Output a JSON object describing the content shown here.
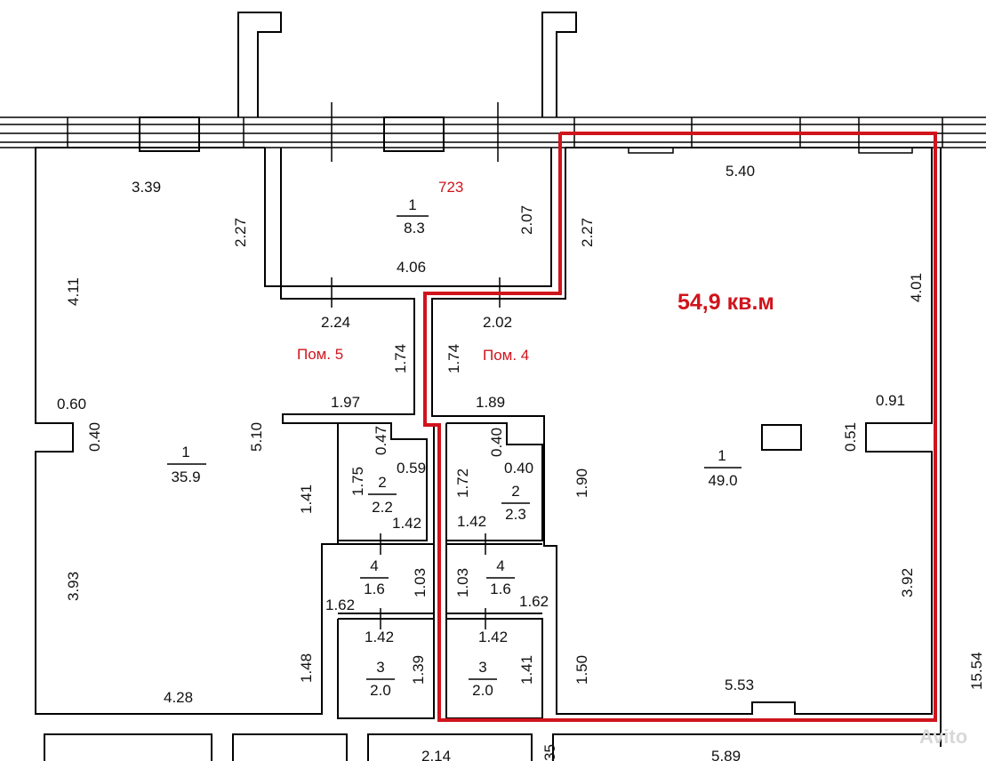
{
  "labels": {
    "area_total": "54,9 кв.м",
    "room_5": "Пом. 5",
    "room_4": "Пом. 4",
    "code_723": "723",
    "watermark": "Avito"
  },
  "rooms": [
    {
      "num": "1",
      "area": "8.3"
    },
    {
      "num": "1",
      "area": "35.9"
    },
    {
      "num": "1",
      "area": "49.0"
    },
    {
      "num": "2",
      "area": "2.2"
    },
    {
      "num": "2",
      "area": "2.3"
    },
    {
      "num": "4",
      "area": "1.6"
    },
    {
      "num": "4",
      "area": "1.6"
    },
    {
      "num": "3",
      "area": "2.0"
    },
    {
      "num": "3",
      "area": "2.0"
    }
  ],
  "dims": {
    "d339": "3.39",
    "d227a": "2.27",
    "d207": "2.07",
    "d227b": "2.27",
    "d540": "5.40",
    "d411": "4.11",
    "d406": "4.06",
    "d224": "2.24",
    "d202": "2.02",
    "d174a": "1.74",
    "d174b": "1.74",
    "d401": "4.01",
    "d060": "0.60",
    "d040a": "0.40",
    "d197": "1.97",
    "d189": "1.89",
    "d091": "0.91",
    "d051": "0.51",
    "d510": "5.10",
    "d047": "0.47",
    "d175": "1.75",
    "d059": "0.59",
    "d040b": "0.40",
    "d040c": "0.40",
    "d172": "1.72",
    "d190": "1.90",
    "d141": "1.41",
    "d142a": "1.42",
    "d142b": "1.42",
    "d393": "3.93",
    "d103a": "1.03",
    "d103b": "1.03",
    "d392": "3.92",
    "d162a": "1.62",
    "d162b": "1.62",
    "d142c": "1.42",
    "d142d": "1.42",
    "d148": "1.48",
    "d139": "1.39",
    "d141b": "1.41",
    "d150": "1.50",
    "d428": "4.28",
    "d553": "5.53",
    "d1554": "15.54",
    "d214": "2.14",
    "d035": "35",
    "d589": "5.89"
  }
}
